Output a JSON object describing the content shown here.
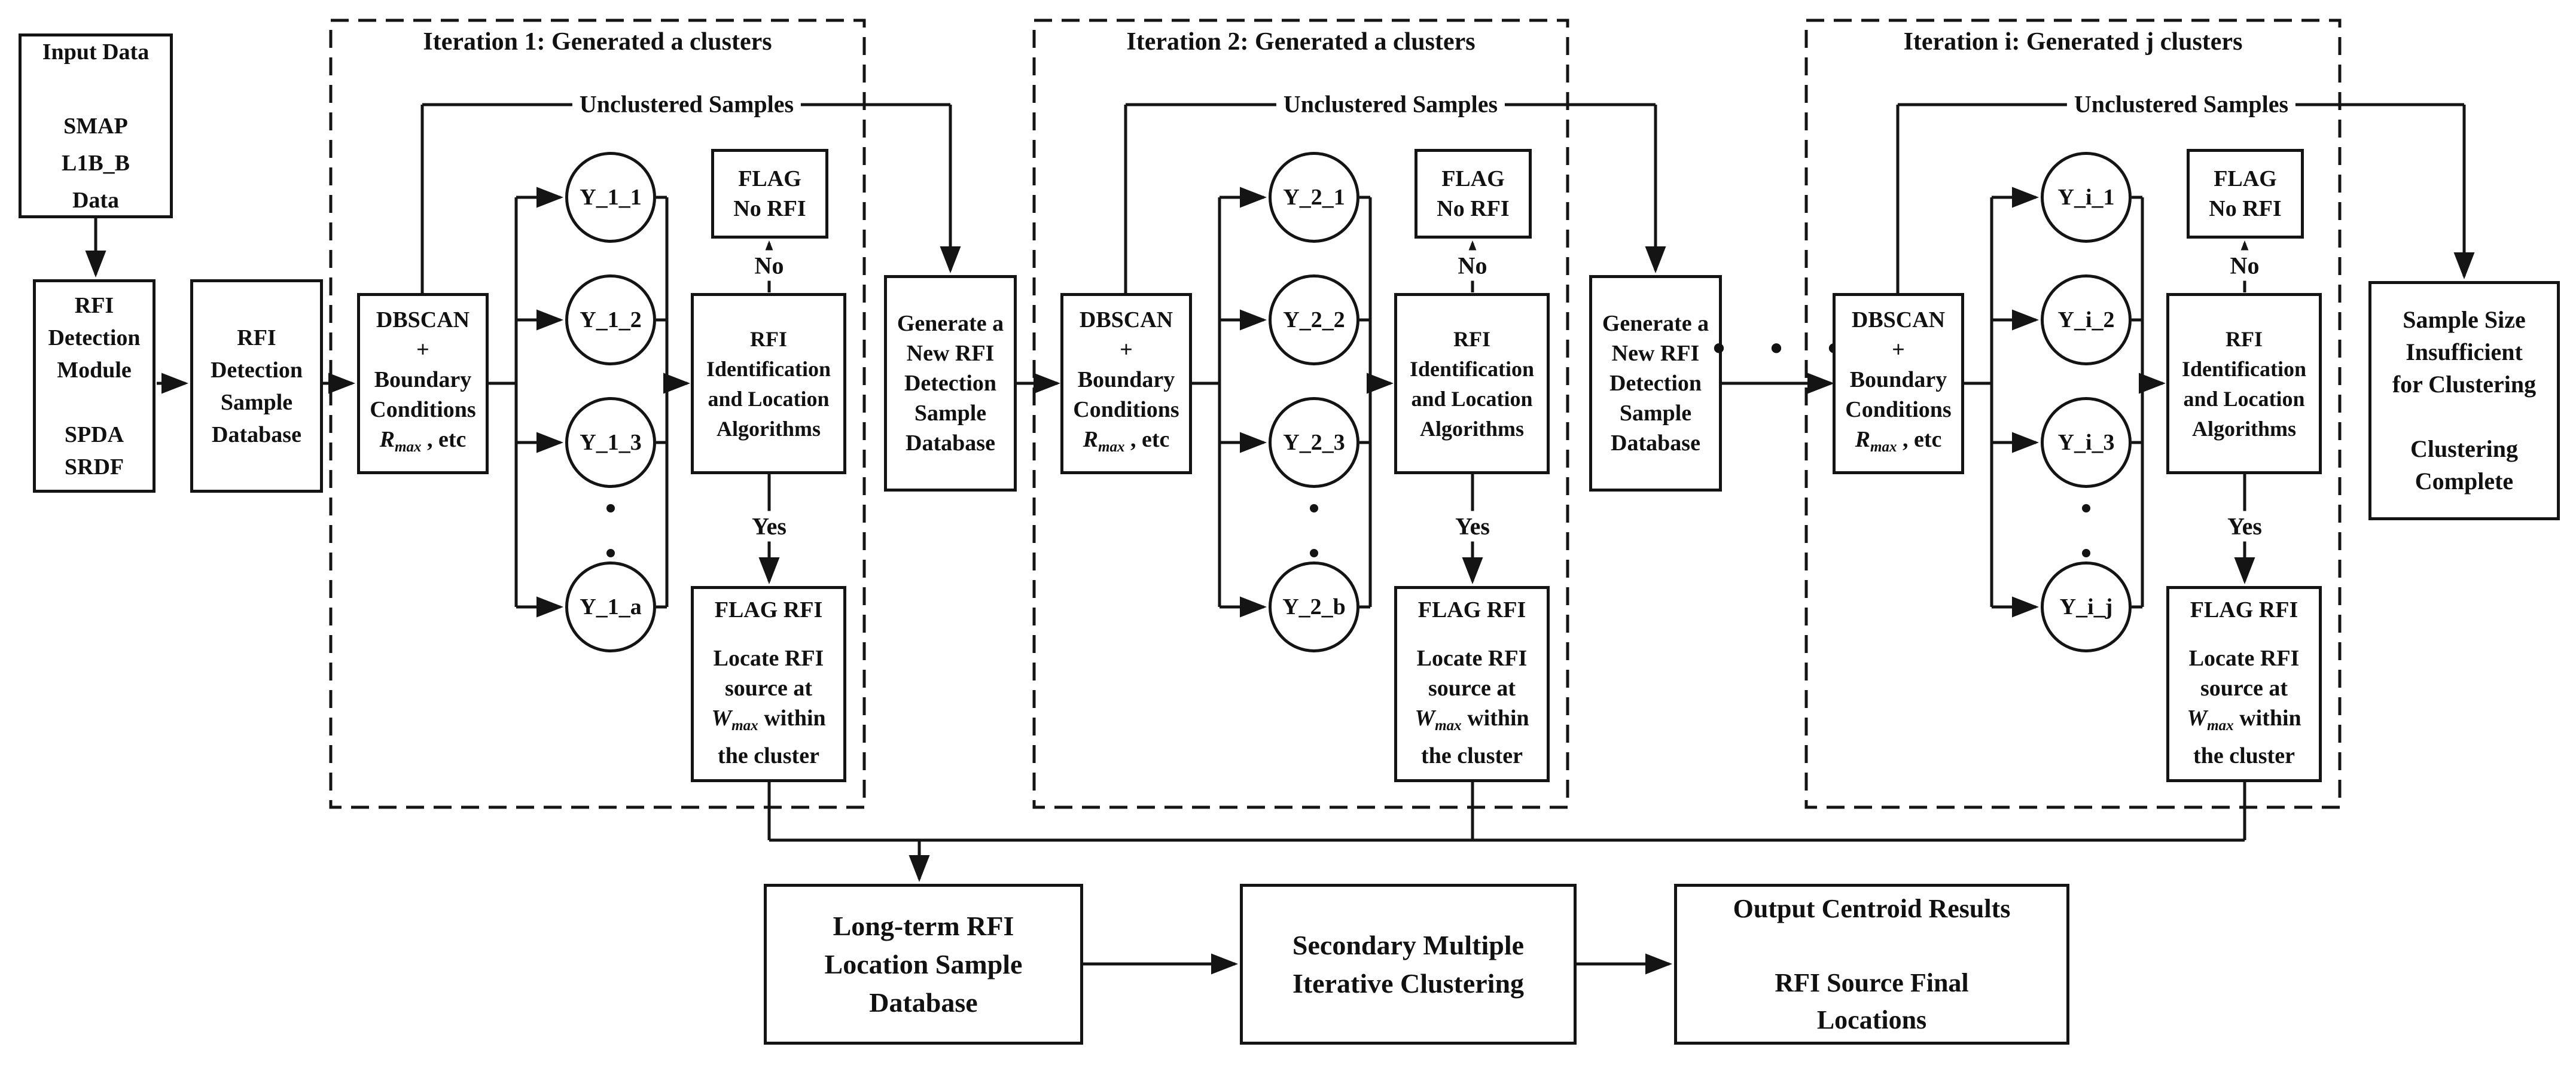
{
  "left_chain": {
    "input_box": [
      "Input Data",
      "",
      "SMAP",
      "L1B_B",
      "Data"
    ],
    "module_box": [
      "RFI",
      "Detection",
      "Module",
      "",
      "SPDA",
      "SRDF"
    ],
    "sample_db_box": [
      "RFI",
      "Detection",
      "Sample",
      "Database"
    ]
  },
  "iterations": [
    {
      "title": "Iteration 1: Generated a clusters",
      "unclustered": "Unclustered Samples",
      "dbscan_lines": [
        "DBSCAN",
        "+",
        "Boundary",
        "Conditions"
      ],
      "param": {
        "sym": "R",
        "sub": "max",
        "suffix": " , etc"
      },
      "clusters": [
        "Y_1_1",
        "Y_1_2",
        "Y_1_3"
      ],
      "last_cluster": "Y_1_a",
      "flag_no_rfi": [
        "FLAG",
        "No RFI"
      ],
      "no_label": "No",
      "yes_label": "Yes",
      "rfi_id": [
        "RFI",
        "Identification",
        "and Location",
        "Algorithms"
      ],
      "flag_rfi": {
        "title": "FLAG RFI",
        "lines": [
          "Locate RFI",
          "source at"
        ],
        "sym": "W",
        "sub": "max",
        "within": " within",
        "last": "the cluster"
      }
    },
    {
      "title": "Iteration 2: Generated a clusters",
      "unclustered": "Unclustered Samples",
      "dbscan_lines": [
        "DBSCAN",
        "+",
        "Boundary",
        "Conditions"
      ],
      "param": {
        "sym": "R",
        "sub": "max",
        "suffix": " , etc"
      },
      "clusters": [
        "Y_2_1",
        "Y_2_2",
        "Y_2_3"
      ],
      "last_cluster": "Y_2_b",
      "flag_no_rfi": [
        "FLAG",
        "No RFI"
      ],
      "no_label": "No",
      "yes_label": "Yes",
      "rfi_id": [
        "RFI",
        "Identification",
        "and Location",
        "Algorithms"
      ],
      "flag_rfi": {
        "title": "FLAG RFI",
        "lines": [
          "Locate RFI",
          "source at"
        ],
        "sym": "W",
        "sub": "max",
        "within": " within",
        "last": "the cluster"
      }
    },
    {
      "title": "Iteration i: Generated j clusters",
      "unclustered": "Unclustered Samples",
      "dbscan_lines": [
        "DBSCAN",
        "+",
        "Boundary",
        "Conditions"
      ],
      "param": {
        "sym": "R",
        "sub": "max",
        "suffix": " , etc"
      },
      "clusters": [
        "Y_i_1",
        "Y_i_2",
        "Y_i_3"
      ],
      "last_cluster": "Y_i_j",
      "flag_no_rfi": [
        "FLAG",
        "No RFI"
      ],
      "no_label": "No",
      "yes_label": "Yes",
      "rfi_id": [
        "RFI",
        "Identification",
        "and Location",
        "Algorithms"
      ],
      "flag_rfi": {
        "title": "FLAG RFI",
        "lines": [
          "Locate RFI",
          "source at"
        ],
        "sym": "W",
        "sub": "max",
        "within": " within",
        "last": "the cluster"
      }
    }
  ],
  "generate_db_boxes": [
    [
      "Generate a",
      "New RFI",
      "Detection",
      "Sample",
      "Database"
    ],
    [
      "Generate a",
      "New RFI",
      "Detection",
      "Sample",
      "Database"
    ]
  ],
  "ellipsis": "• • •",
  "sample_size_box": [
    "Sample Size",
    "Insufficient",
    "for Clustering",
    "",
    "Clustering",
    "Complete"
  ],
  "bottom": {
    "long_term_box": [
      "Long-term RFI",
      "Location Sample",
      "Database"
    ],
    "secondary_box": [
      "Secondary Multiple",
      "Iterative Clustering"
    ],
    "output_box": [
      "Output Centroid Results",
      "",
      "RFI Source Final",
      "Locations"
    ]
  }
}
